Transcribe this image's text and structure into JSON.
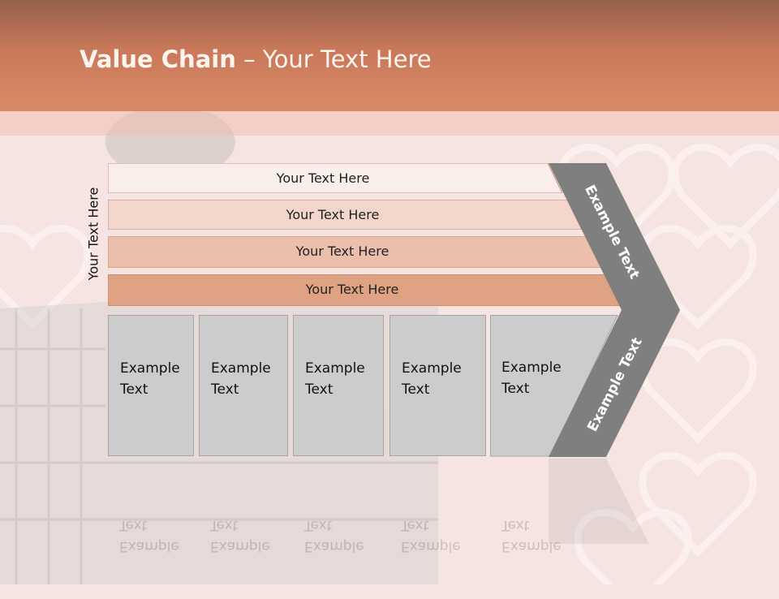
{
  "slide": {
    "title_bold": "Value Chain",
    "title_rest": " – Your Text Here",
    "side_label": "Your Text Here",
    "bars": [
      {
        "label": "Your Text Here",
        "color": "#faeeea"
      },
      {
        "label": "Your Text Here",
        "color": "#f2d6cb"
      },
      {
        "label": "Your Text Here",
        "color": "#ebbfac"
      },
      {
        "label": "Your Text Here",
        "color": "#dfa282"
      }
    ],
    "boxes": [
      {
        "label": "Example\nText"
      },
      {
        "label": "Example\nText"
      },
      {
        "label": "Example\nText"
      },
      {
        "label": "Example\nText"
      },
      {
        "label": "Example\nText"
      }
    ],
    "chevron_top_label": "Example Text",
    "chevron_bottom_label": "Example Text",
    "colors": {
      "header": "#c9795a",
      "chevron": "#7f7f7f",
      "box": "#cccccc",
      "background": "#f6e4e2"
    }
  }
}
